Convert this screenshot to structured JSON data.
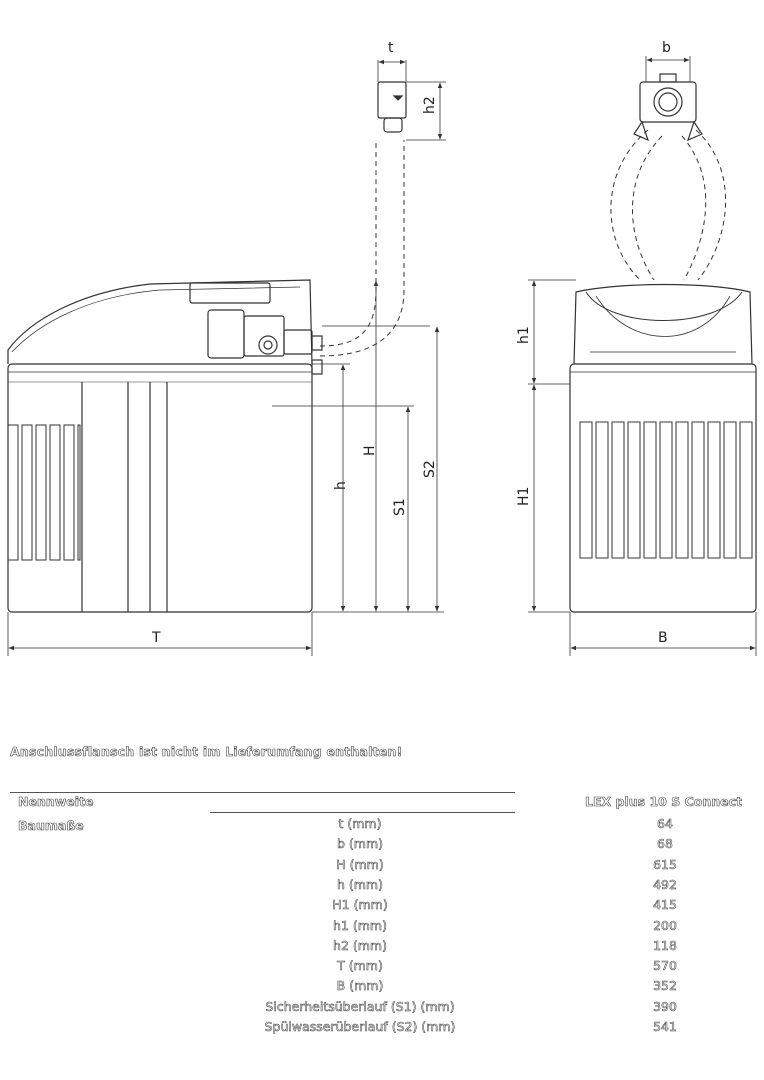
{
  "dimension_labels": {
    "t": "t",
    "b": "b",
    "h2": "h2",
    "h1": "h1",
    "H": "H",
    "h": "h",
    "S1": "S1",
    "S2": "S2",
    "H1": "H1",
    "T": "T",
    "B": "B"
  },
  "note": "Anschlussflansch ist nicht im Lieferumfang enthalten!",
  "table": {
    "header_left": "Nennweite",
    "section_label": "Baumaße",
    "product": "LEX plus 10 S Connect",
    "rows": [
      {
        "label": "t (mm)",
        "value": "64"
      },
      {
        "label": "b (mm)",
        "value": "68"
      },
      {
        "label": "H (mm)",
        "value": "615"
      },
      {
        "label": "h (mm)",
        "value": "492"
      },
      {
        "label": "H1 (mm)",
        "value": "415"
      },
      {
        "label": "h1 (mm)",
        "value": "200"
      },
      {
        "label": "h2 (mm)",
        "value": "118"
      },
      {
        "label": "T (mm)",
        "value": "570"
      },
      {
        "label": "B (mm)",
        "value": "352"
      },
      {
        "label": "Sicherheitsüberlauf (S1) (mm)",
        "value": "390"
      },
      {
        "label": "Spülwasserüberlauf (S2) (mm)",
        "value": "541"
      }
    ]
  }
}
